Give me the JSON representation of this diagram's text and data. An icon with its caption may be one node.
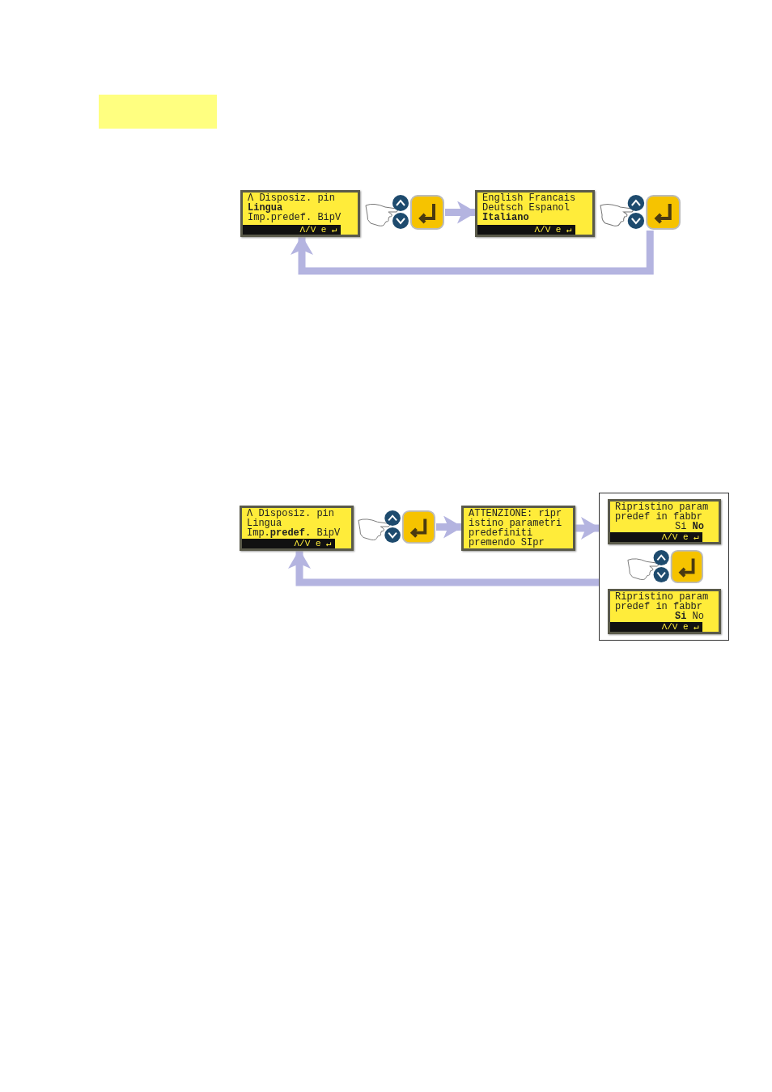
{
  "diagram": {
    "nodes": [
      {
        "text": [
          "Λ Disposiz. pin",
          "**Lingua**",
          "Imp.predef. BipV",
          "Λ/V e ↵"
        ]
      },
      {
        "text": [],
        "shape": "button"
      },
      {
        "text": [
          "English Francais",
          "Deutsch Espanol",
          "**Italiano**",
          "Λ/V e ↵"
        ]
      },
      {
        "text": [],
        "shape": "button"
      },
      {
        "text": [
          "Λ Disposiz. pin",
          "Lingua",
          "Imp.**predef.** BipV",
          "Λ/V e ↵"
        ]
      },
      {
        "text": [],
        "shape": "button"
      },
      {
        "text": [
          "ATTENZIONE: ripr",
          "istino parametri",
          "predefiniti",
          "premendo SIpr"
        ]
      },
      {
        "text": [],
        "shape": "box"
      },
      {
        "text": [
          "Ripristino param",
          "predef in fabbr",
          "Si **No**",
          "Λ/V e ↵"
        ],
        "in": 7
      },
      {
        "text": [],
        "shape": "button",
        "in": 7
      },
      {
        "text": [
          "Ripristino param",
          "predef in fabbr",
          "**Si** No",
          "Λ/V e ↵"
        ],
        "in": 7
      }
    ],
    "edges": [
      {
        "from": 1,
        "to": 2,
        "arrow": "to"
      },
      {
        "from": 3,
        "to": 0,
        "arrow": "to"
      },
      {
        "from": 5,
        "to": 6,
        "arrow": "to"
      },
      {
        "from": 6,
        "to": 7,
        "arrow": "to"
      },
      {
        "from": 7,
        "to": 4,
        "arrow": "to"
      }
    ]
  }
}
